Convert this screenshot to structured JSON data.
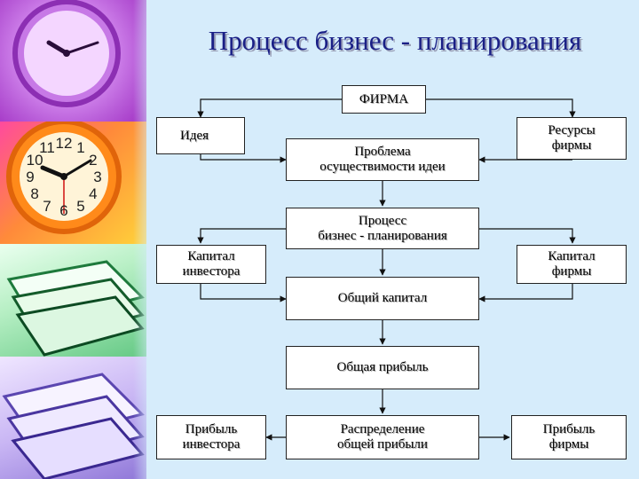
{
  "title": "Процесс бизнес - планирования",
  "nodes": {
    "firm": "ФИРМА",
    "idea": "Идея",
    "resources": "Ресурсы\nфирмы",
    "problem": "Проблема\nосуществимости идеи",
    "process": "Процесс\nбизнес - планирования",
    "investor_capital": "Капитал\nинвестора",
    "firm_capital": "Капитал\nфирмы",
    "total_capital": "Общий капитал",
    "total_profit": "Общая прибыль",
    "distribution": "Распределение\nобщей прибыли",
    "investor_profit": "Прибыль\nинвестора",
    "firm_profit": "Прибыль\nфирмы"
  },
  "clock": {
    "numerals": [
      "12",
      "1",
      "2",
      "3",
      "4",
      "5",
      "6",
      "7",
      "8",
      "9",
      "10",
      "11"
    ]
  },
  "colors": {
    "title": "#1a1f86",
    "background": "#d6ecfb",
    "box_border": "#222222"
  }
}
